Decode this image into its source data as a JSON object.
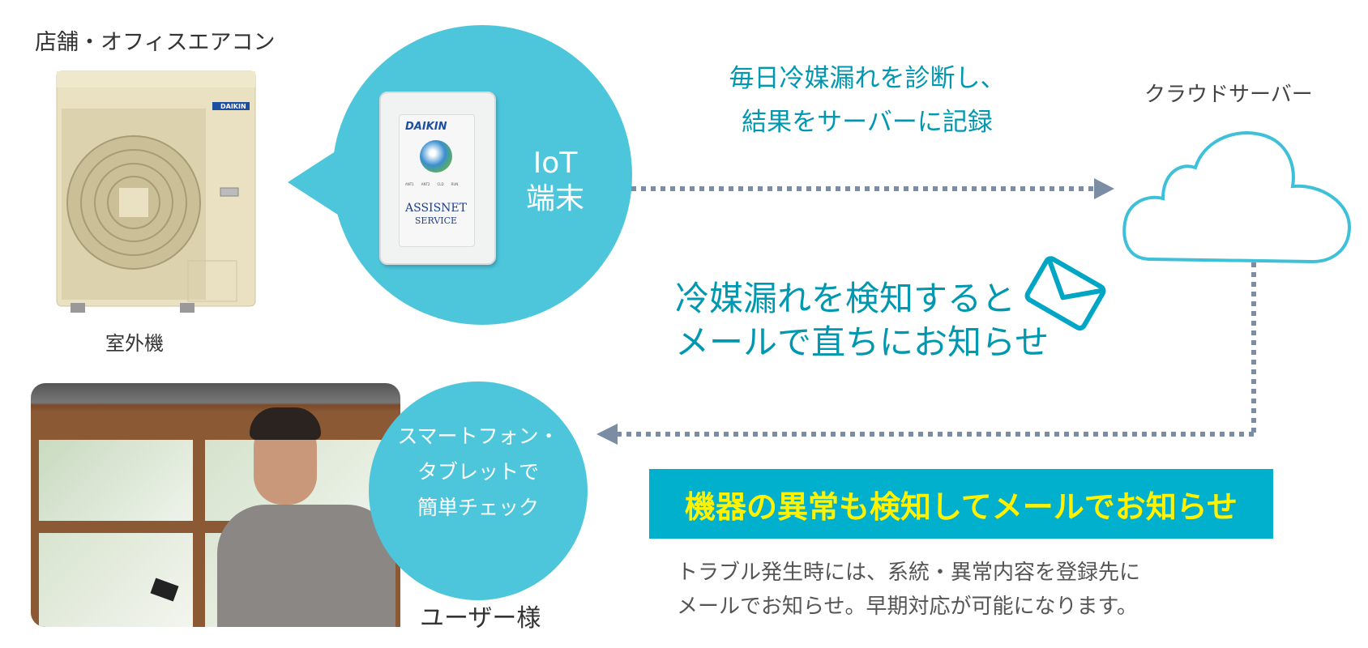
{
  "aircon": {
    "title": "店舗・オフィスエアコン",
    "caption": "室外機",
    "brand": "DAIKIN"
  },
  "iot": {
    "label_line1": "IoT",
    "label_line2": "端末",
    "device_brand": "DAIKIN",
    "device_name_line1": "ASSISNET",
    "device_name_line2": "SERVICE",
    "leds": [
      "ANT1",
      "ANT2",
      "CLD",
      "RUN"
    ]
  },
  "upload": {
    "line1": "毎日冷媒漏れを診断し、",
    "line2": "結果をサーバーに記録"
  },
  "cloud": {
    "label": "クラウドサーバー"
  },
  "notify": {
    "line1": "冷媒漏れを検知すると",
    "line2": "メールで直ちにお知らせ"
  },
  "user": {
    "bubble_line1": "スマートフォン・",
    "bubble_line2": "タブレットで",
    "bubble_line3": "簡単チェック",
    "caption": "ユーザー様"
  },
  "banner": {
    "text": "機器の異常も検知してメールでお知らせ"
  },
  "description": {
    "line1": "トラブル発生時には、系統・異常内容を登録先に",
    "line2": "メールでお知らせ。早期対応が可能になります。"
  },
  "colors": {
    "bubble": "#4dc6dc",
    "teal_text": "#0098b0",
    "arrow": "#7b8ca5",
    "banner_bg": "#00b0cc",
    "banner_text": "#fff200",
    "cloud_stroke": "#3ec1d8"
  },
  "icons": [
    "envelope-icon",
    "cloud-icon",
    "arrow-right-icon",
    "arrow-left-icon"
  ]
}
